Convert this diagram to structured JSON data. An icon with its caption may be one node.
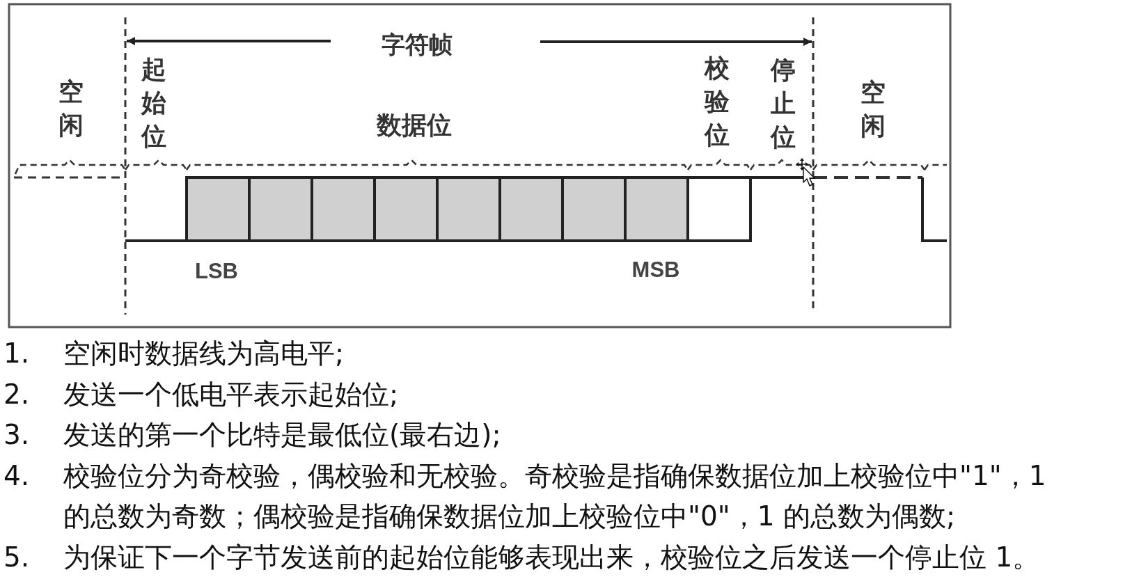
{
  "diagram": {
    "labels": [
      "字符帧",
      "空闲",
      "起始位",
      "数据位",
      "校验位",
      "停止位",
      "空闲",
      "LSB",
      "MSB",
      "1.",
      "空闲时数据线为高电平;",
      "2.",
      "发送一个低电平表示起始位;",
      "3.",
      "发送的第一个比特是最低位(最右边);",
      "4.",
      "校验位分为奇校验，偶校验和无校验。奇校验是指确保数据位加上校验位中\"1\"，1 的总数为奇数；偶校验是指确保数据位加上校验位中\"0\"，1 的总数为偶数;",
      "5.",
      "为保证下一个字节发送前的起始位能够表现出来，校验位之后发送一个停止位 1。"
    ]
  }
}
